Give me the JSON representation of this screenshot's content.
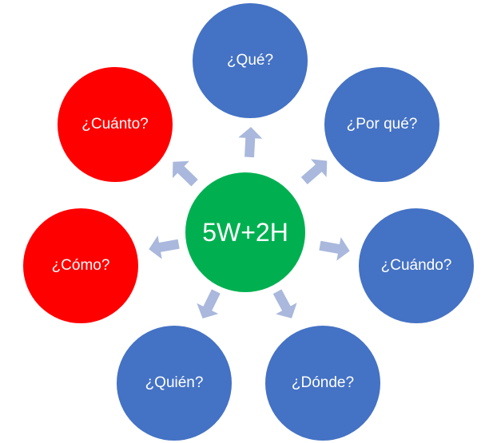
{
  "diagram": {
    "center": {
      "label": "5W+2H",
      "color": "#00B050"
    },
    "nodes": [
      {
        "id": "que",
        "label": "¿Qué?",
        "color": "#4472C4"
      },
      {
        "id": "por-que",
        "label": "¿Por qué?",
        "color": "#4472C4"
      },
      {
        "id": "cuando",
        "label": "¿Cuándo?",
        "color": "#4472C4"
      },
      {
        "id": "donde",
        "label": "¿Dónde?",
        "color": "#4472C4"
      },
      {
        "id": "quien",
        "label": "¿Quién?",
        "color": "#4472C4"
      },
      {
        "id": "como",
        "label": "¿Cómo?",
        "color": "#FF0000"
      },
      {
        "id": "cuanto",
        "label": "¿Cuánto?",
        "color": "#FF0000"
      }
    ],
    "arrow_color": "#A9B8DC"
  }
}
